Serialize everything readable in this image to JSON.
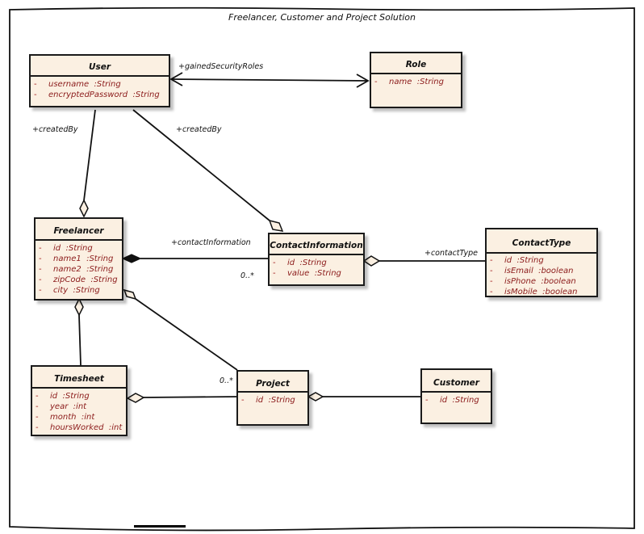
{
  "diagram": {
    "title": "Freelancer, Customer and Project Solution",
    "colors": {
      "class_fill": "#fbf0e2",
      "border": "#1a1a1a",
      "attribute_text": "#8b1a1a"
    },
    "classes": {
      "user": {
        "name": "User",
        "attributes": [
          {
            "visibility": "-",
            "name": "username",
            "type": ":String"
          },
          {
            "visibility": "-",
            "name": "encryptedPassword",
            "type": ":String"
          }
        ]
      },
      "role": {
        "name": "Role",
        "attributes": [
          {
            "visibility": "-",
            "name": "name",
            "type": ":String"
          }
        ]
      },
      "freelancer": {
        "name": "Freelancer",
        "attributes": [
          {
            "visibility": "-",
            "name": "id",
            "type": ":String"
          },
          {
            "visibility": "-",
            "name": "name1",
            "type": ":String"
          },
          {
            "visibility": "-",
            "name": "name2",
            "type": ":String"
          },
          {
            "visibility": "-",
            "name": "zipCode",
            "type": ":String"
          },
          {
            "visibility": "-",
            "name": "city",
            "type": ":String"
          }
        ]
      },
      "contact_information": {
        "name": "ContactInformation",
        "attributes": [
          {
            "visibility": "-",
            "name": "id",
            "type": ":String"
          },
          {
            "visibility": "-",
            "name": "value",
            "type": ":String"
          }
        ]
      },
      "contact_type": {
        "name": "ContactType",
        "attributes": [
          {
            "visibility": "-",
            "name": "id",
            "type": ":String"
          },
          {
            "visibility": "-",
            "name": "isEmail",
            "type": ":boolean"
          },
          {
            "visibility": "-",
            "name": "isPhone",
            "type": ":boolean"
          },
          {
            "visibility": "-",
            "name": "isMobile",
            "type": ":boolean"
          }
        ]
      },
      "timesheet": {
        "name": "Timesheet",
        "attributes": [
          {
            "visibility": "-",
            "name": "id",
            "type": ":String"
          },
          {
            "visibility": "-",
            "name": "year",
            "type": ":int"
          },
          {
            "visibility": "-",
            "name": "month",
            "type": ":int"
          },
          {
            "visibility": "-",
            "name": "hoursWorked",
            "type": ":int"
          }
        ]
      },
      "project": {
        "name": "Project",
        "attributes": [
          {
            "visibility": "-",
            "name": "id",
            "type": ":String"
          }
        ]
      },
      "customer": {
        "name": "Customer",
        "attributes": [
          {
            "visibility": "-",
            "name": "id",
            "type": ":String"
          }
        ]
      }
    },
    "associations": [
      {
        "from": "User",
        "to": "Role",
        "kind": "bidirectional-navigable",
        "label": "+gainedSecurityRoles"
      },
      {
        "from": "User",
        "to": "Freelancer",
        "kind": "aggregation",
        "label": "+createdBy"
      },
      {
        "from": "User",
        "to": "ContactInformation",
        "kind": "aggregation",
        "label": "+createdBy"
      },
      {
        "from": "Freelancer",
        "to": "ContactInformation",
        "kind": "composition",
        "label": "+contactInformation",
        "multiplicity": "0..*"
      },
      {
        "from": "ContactInformation",
        "to": "ContactType",
        "kind": "aggregation",
        "label": "+contactType"
      },
      {
        "from": "Freelancer",
        "to": "Timesheet",
        "kind": "aggregation"
      },
      {
        "from": "Freelancer",
        "to": "Project",
        "kind": "aggregation",
        "multiplicity": "0..*"
      },
      {
        "from": "Timesheet",
        "to": "Project",
        "kind": "aggregation"
      },
      {
        "from": "Project",
        "to": "Customer",
        "kind": "aggregation"
      }
    ]
  }
}
